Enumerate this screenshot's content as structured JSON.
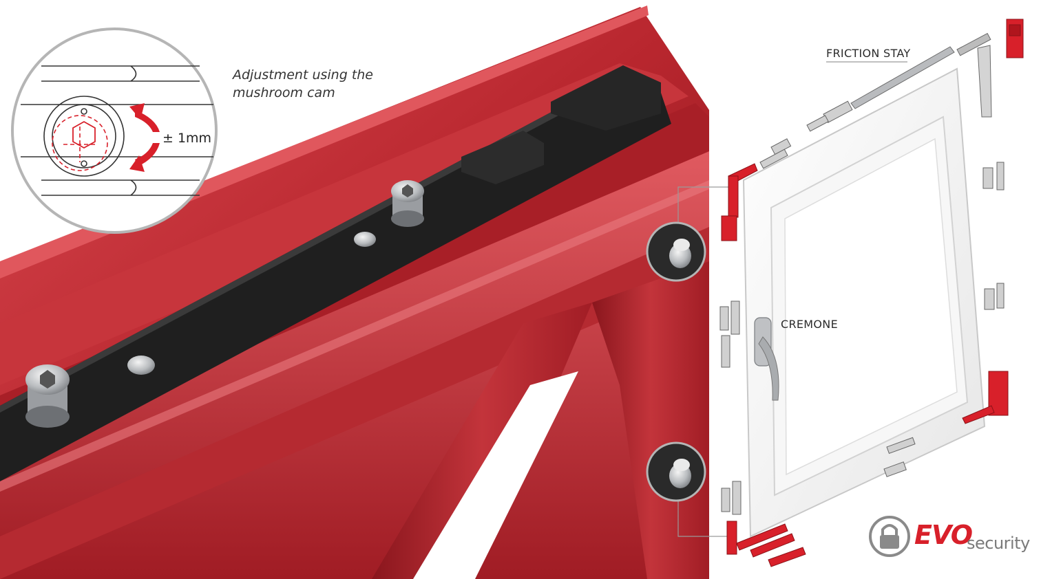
{
  "caption": {
    "line1": "Adjustment using the",
    "line2": "mushroom cam"
  },
  "adjustment": {
    "label": "± 1mm"
  },
  "parts": {
    "friction_stay": "FRICTION STAY",
    "cremone": "CREMONE"
  },
  "brand": {
    "main": "EVO",
    "sub": "security"
  },
  "colors": {
    "frame_red": "#b8262e",
    "frame_red_light": "#d9484f",
    "frame_red_dark": "#7e141a",
    "track_black": "#1f1f1f",
    "accent_red": "#d8202a",
    "logo_gray": "#7a7a7a"
  },
  "icons": [
    "padlock-icon",
    "rotate-arrows-icon",
    "mushroom-cam-icon"
  ]
}
